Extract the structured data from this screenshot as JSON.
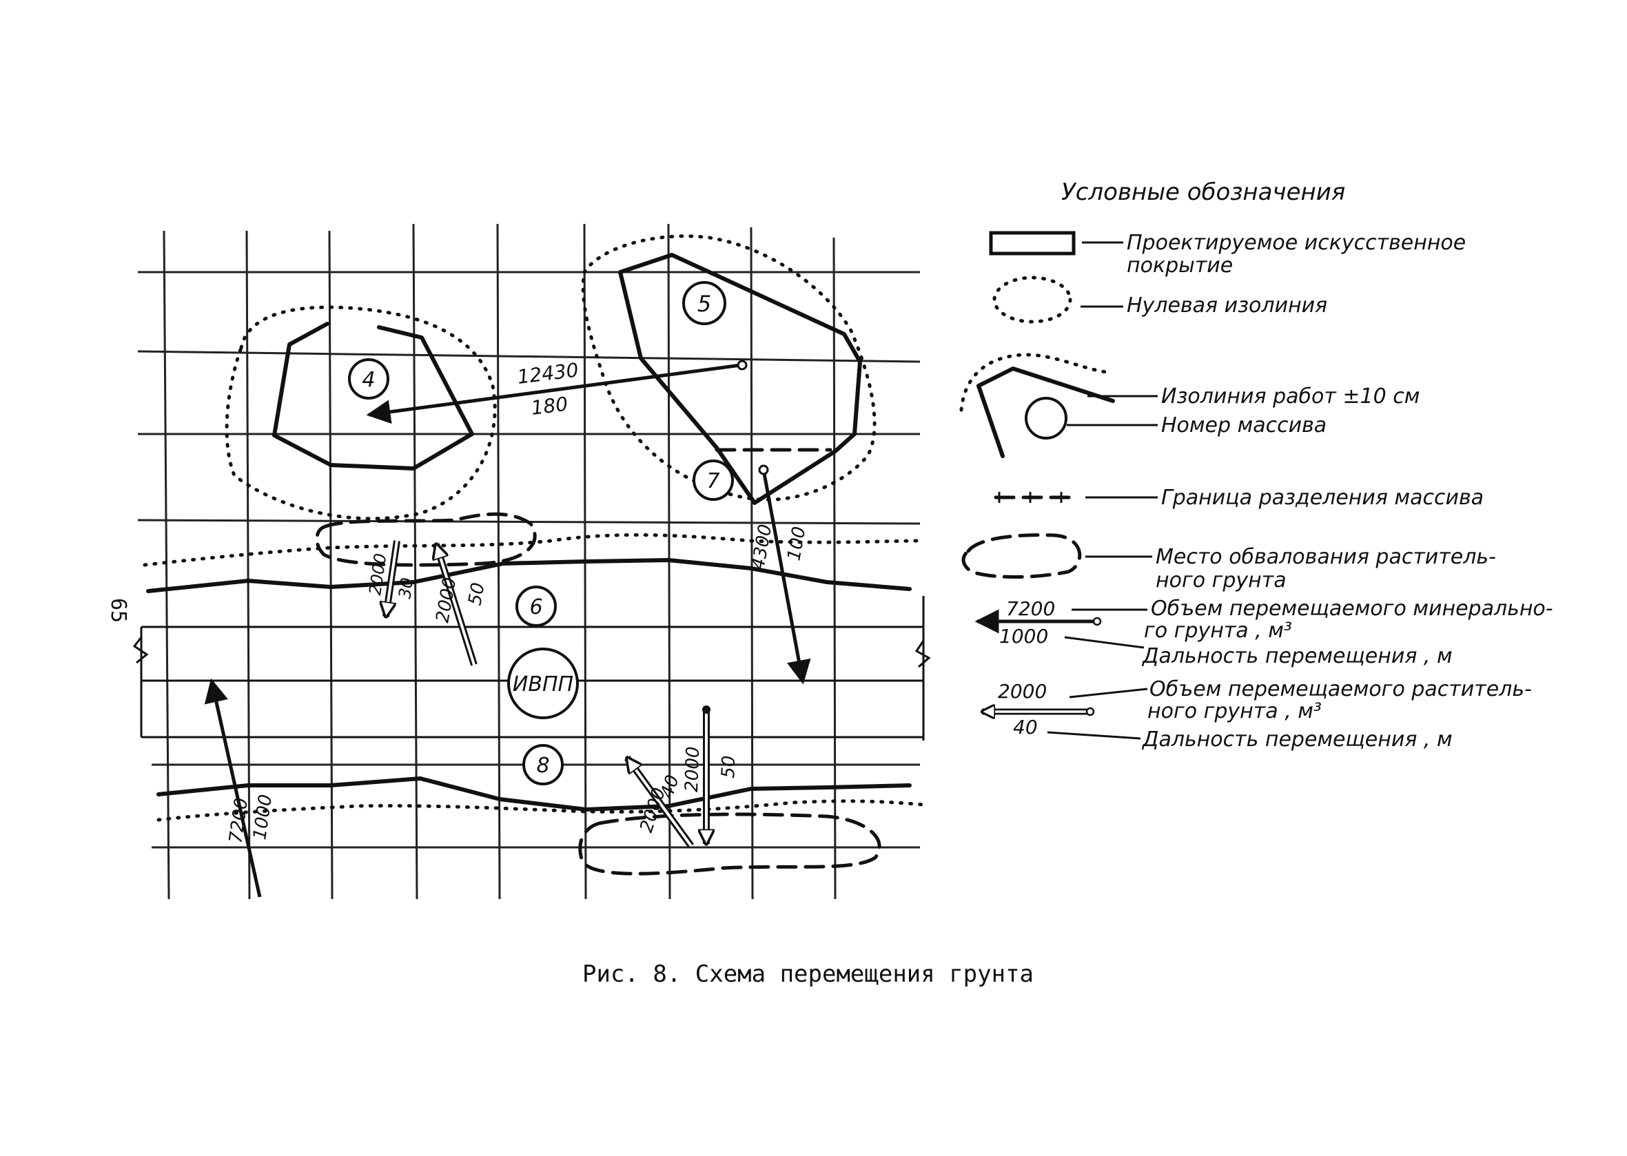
{
  "legend": {
    "title": "Условные обозначения",
    "items": {
      "designed_cover_1": "Проектируемое искусственное",
      "designed_cover_2": "покрытие",
      "zero_isoline": "Нулевая изолиния",
      "work_isoline": "Изолиния работ ±10 см",
      "massif_number": "Номер массива",
      "division_border": "Граница разделения массива",
      "embankment_1": "Место обвалования раститель-",
      "embankment_2": "ного грунта",
      "mineral_volume_1": "Объем перемещаемого минерально-",
      "mineral_volume_2": "го грунта , м³",
      "mineral_distance": "Дальность перемещения , м",
      "veg_volume_1": "Объем перемещаемого раститель-",
      "veg_volume_2": "ного грунта , м³",
      "veg_distance": "Дальность перемещения , м"
    },
    "examples": {
      "mineral_volume": "7200",
      "mineral_distance": "1000",
      "veg_volume": "2000",
      "veg_distance": "40"
    }
  },
  "massifs": {
    "m4": "4",
    "m5": "5",
    "m6": "6",
    "m7": "7",
    "m8": "8",
    "runway": "ИВПП"
  },
  "transfers": {
    "t1_volume": "12430",
    "t1_distance": "180",
    "t2_volume": "4300",
    "t2_distance": "100",
    "t3_volume": "2000",
    "t3_distance": "30",
    "t4_volume": "2000",
    "t4_distance": "50",
    "t5_volume": "7200",
    "t5_distance": "1000",
    "t6_volume": "2000",
    "t6_distance": "40",
    "t7_volume": "2000",
    "t7_distance": "50"
  },
  "side_number": "65",
  "caption": "Рис. 8. Схема перемещения грунта"
}
